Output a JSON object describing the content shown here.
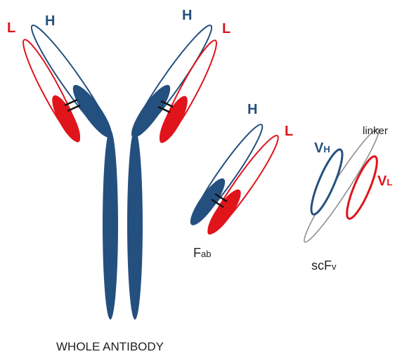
{
  "colors": {
    "heavy": "#24507f",
    "light": "#e0141b",
    "linker": "#8f8f8f",
    "bond": "#111111",
    "caption": "#222222"
  },
  "whole_antibody": {
    "label_L_left": "L",
    "label_H_left": "H",
    "label_H_right": "H",
    "label_L_right": "L",
    "caption": "WHOLE ANTIBODY"
  },
  "fab": {
    "label_H": "H",
    "label_L": "L",
    "caption_main": "F",
    "caption_sub": "ab"
  },
  "scfv": {
    "vh_main": "V",
    "vh_sub": "H",
    "vl_main": "V",
    "vl_sub": "L",
    "linker_label": "linker",
    "caption_main": "scF",
    "caption_sub": "v"
  }
}
